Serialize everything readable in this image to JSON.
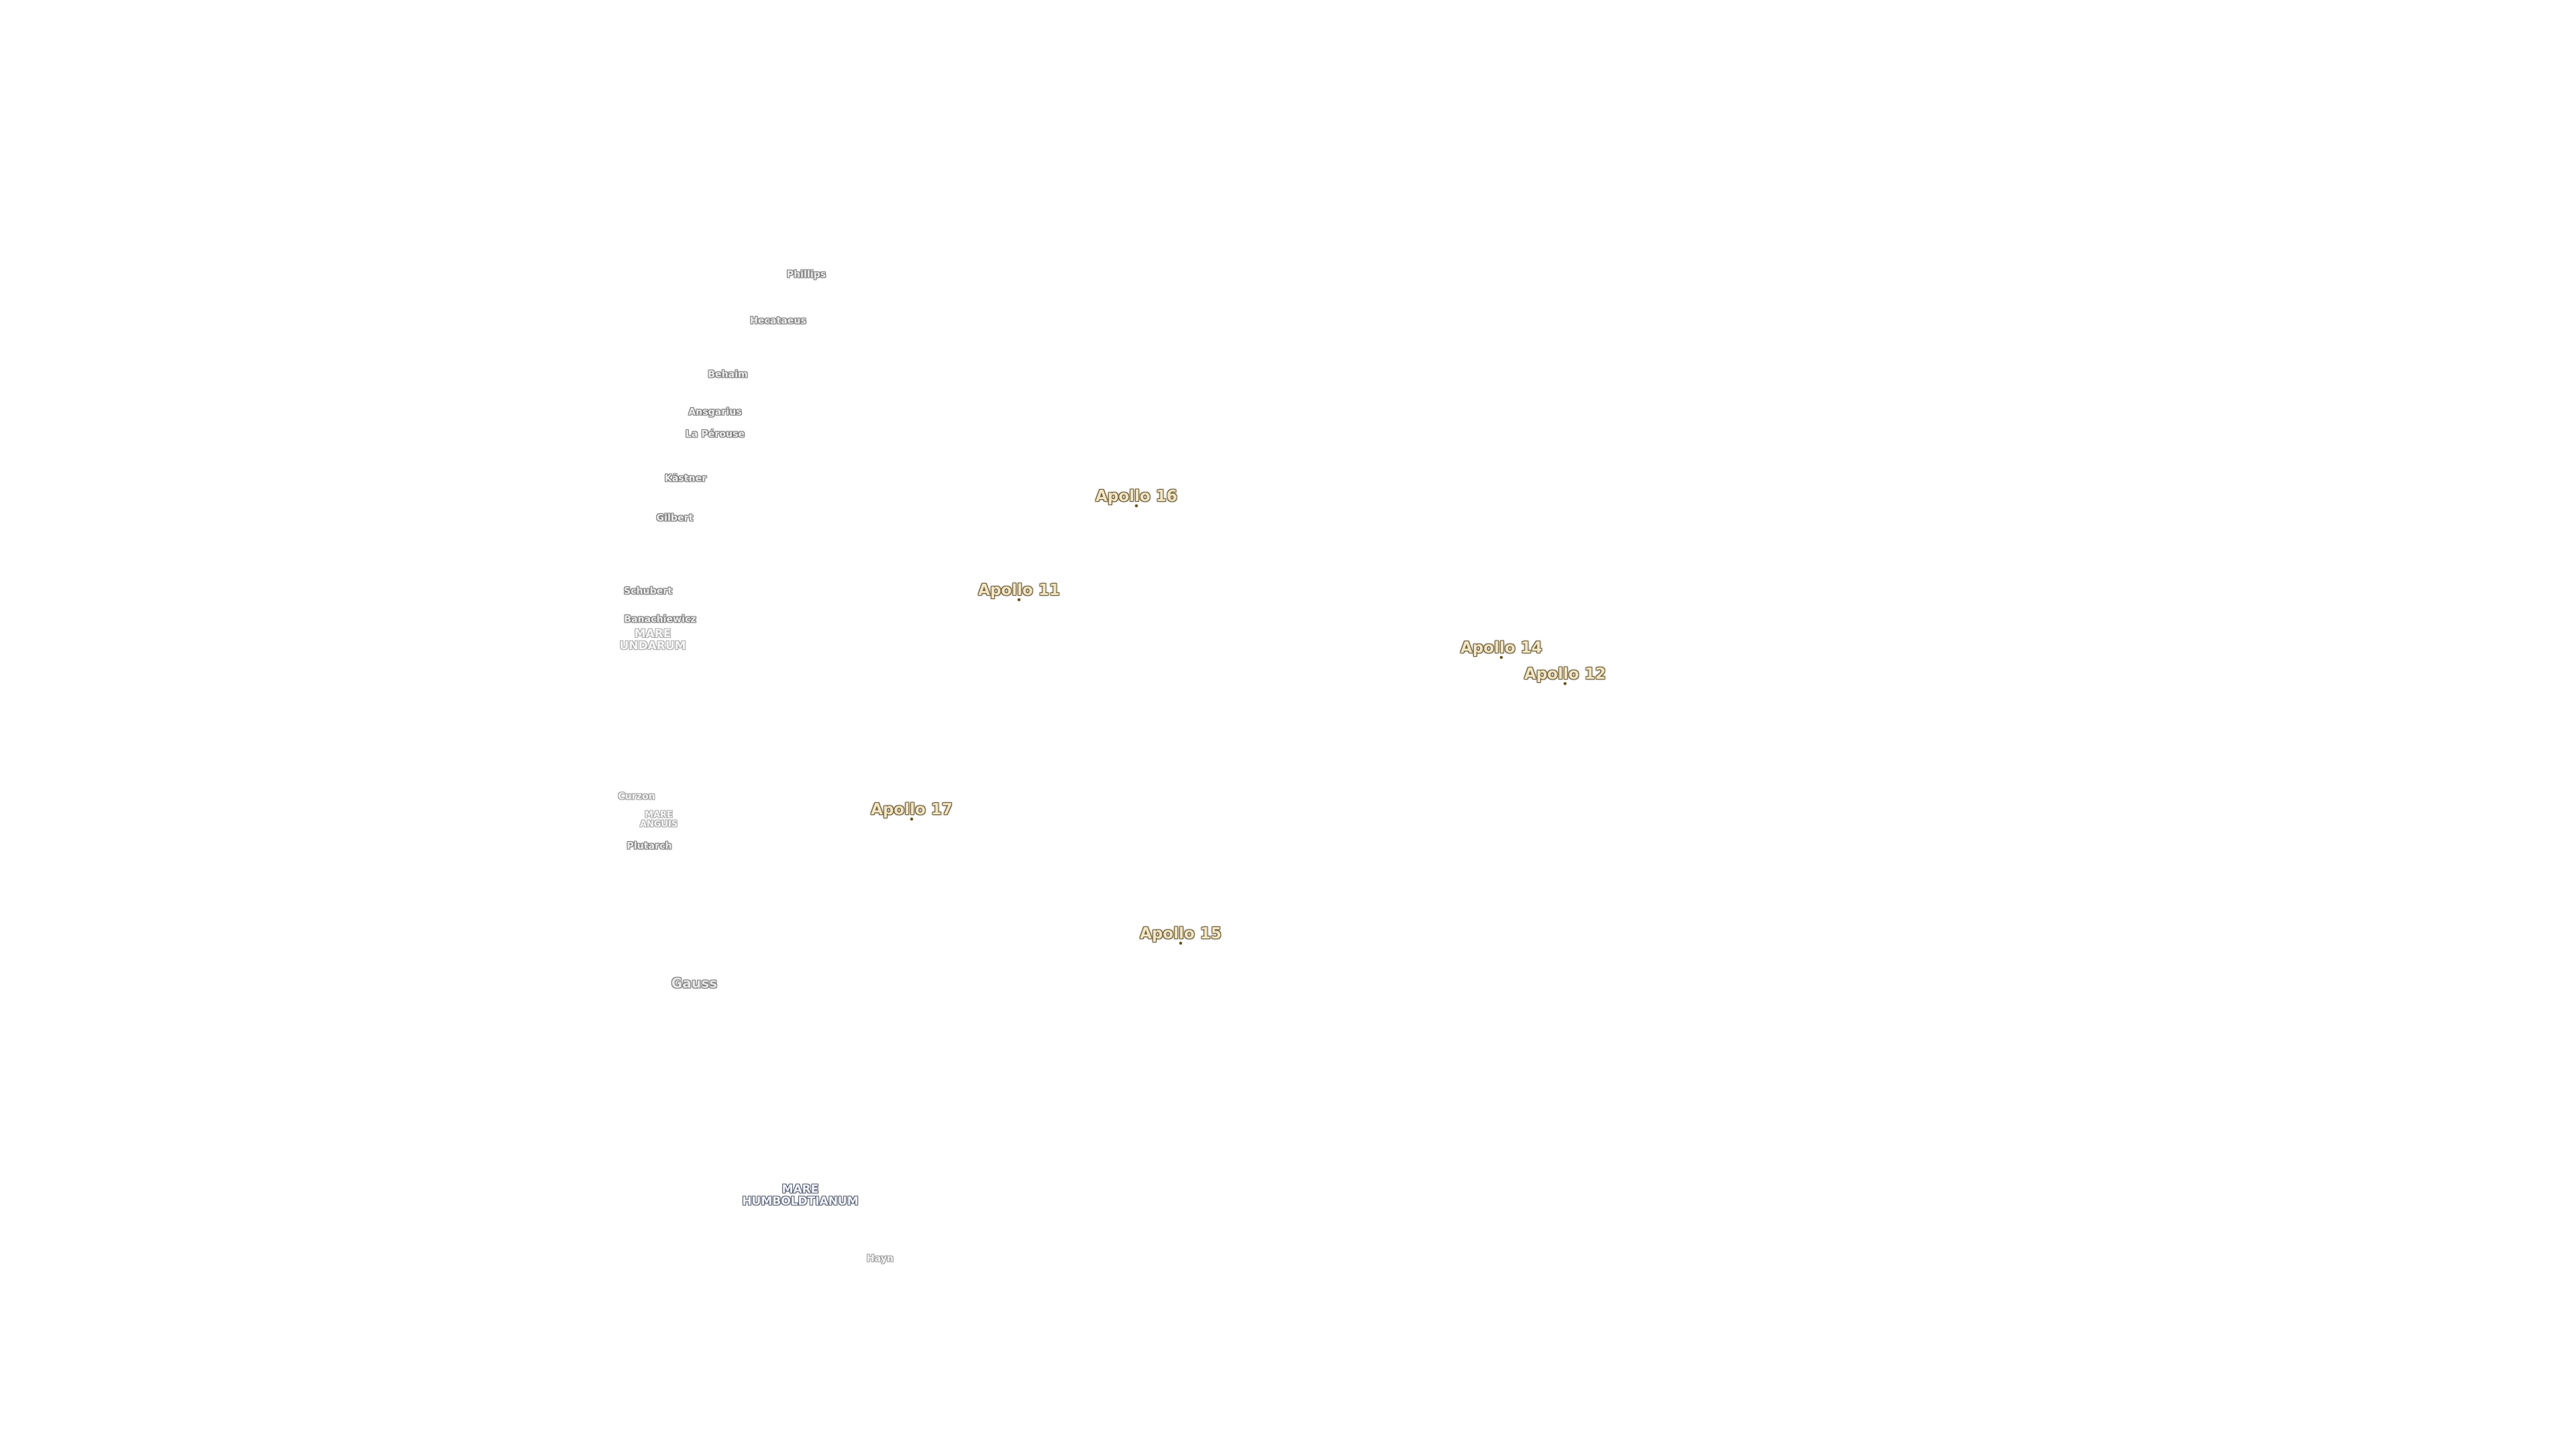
{
  "map": {
    "craters": [
      "Phillips",
      "Hecataeus",
      "Behaim",
      "Ansgarius",
      "La Pérouse",
      "Kästner",
      "Gilbert",
      "Schubert",
      "Banachiewicz",
      "Curzon",
      "Plutarch",
      "Gauss",
      "Hayn"
    ],
    "maria": [
      "MARE\nUNDARUM",
      "MARE\nANGUIS",
      "MARE\nHUMBOLDTIANUM"
    ],
    "apollo_sites": [
      "Apollo 16",
      "Apollo 11",
      "Apollo 14",
      "Apollo 12",
      "Apollo 17",
      "Apollo 15"
    ],
    "colors": {
      "background": "#ffffff",
      "apollo_label": "#f2e6c4",
      "crater_label": "#efefef",
      "mare_label": "#f6f6f6"
    }
  }
}
